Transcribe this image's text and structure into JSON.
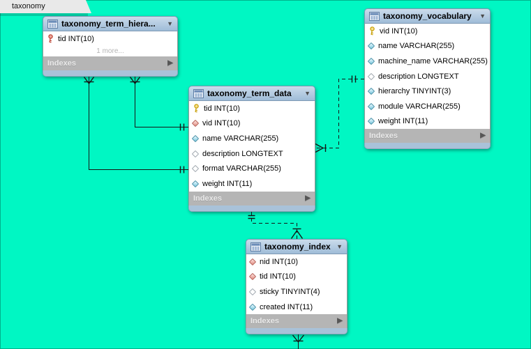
{
  "app": {
    "tab_label": "taxonomy"
  },
  "colors": {
    "canvas_bg": "#00f7c3",
    "table_header": "#aec6dd",
    "indexes_bar": "#b5b5b5",
    "table_footer": "#a9c2d9",
    "relationship_line": "#151515"
  },
  "tables": [
    {
      "title": "taxonomy_term_hiera...",
      "more_label": "1 more...",
      "indexes_label": "Indexes",
      "columns": [
        {
          "icon": "key-red",
          "text": "tid INT(10)"
        }
      ]
    },
    {
      "title": "taxonomy_vocabulary",
      "indexes_label": "Indexes",
      "columns": [
        {
          "icon": "key-yellow",
          "text": "vid INT(10)"
        },
        {
          "icon": "diamond-filled",
          "text": "name VARCHAR(255)"
        },
        {
          "icon": "diamond-filled",
          "text": "machine_name VARCHAR(255)"
        },
        {
          "icon": "diamond-open",
          "text": "description LONGTEXT"
        },
        {
          "icon": "diamond-filled",
          "text": "hierarchy TINYINT(3)"
        },
        {
          "icon": "diamond-filled",
          "text": "module VARCHAR(255)"
        },
        {
          "icon": "diamond-filled",
          "text": "weight INT(11)"
        }
      ]
    },
    {
      "title": "taxonomy_term_data",
      "indexes_label": "Indexes",
      "columns": [
        {
          "icon": "key-yellow",
          "text": "tid INT(10)"
        },
        {
          "icon": "diamond-red",
          "text": "vid INT(10)"
        },
        {
          "icon": "diamond-filled",
          "text": "name VARCHAR(255)"
        },
        {
          "icon": "diamond-open",
          "text": "description LONGTEXT"
        },
        {
          "icon": "diamond-open",
          "text": "format VARCHAR(255)"
        },
        {
          "icon": "diamond-filled",
          "text": "weight INT(11)"
        }
      ]
    },
    {
      "title": "taxonomy_index",
      "indexes_label": "Indexes",
      "columns": [
        {
          "icon": "diamond-red",
          "text": "nid INT(10)"
        },
        {
          "icon": "diamond-red",
          "text": "tid INT(10)"
        },
        {
          "icon": "diamond-open",
          "text": "sticky TINYINT(4)"
        },
        {
          "icon": "diamond-filled",
          "text": "created INT(11)"
        }
      ]
    }
  ],
  "relationships": [
    {
      "from": "taxonomy_term_hierarchy",
      "to": "taxonomy_term_data",
      "line": "solid",
      "cardinality": "many-to-one"
    },
    {
      "from": "taxonomy_term_hierarchy",
      "to": "taxonomy_term_data",
      "line": "solid",
      "cardinality": "many-to-one"
    },
    {
      "from": "taxonomy_term_data",
      "to": "taxonomy_vocabulary",
      "line": "dashed",
      "cardinality": "many-to-one"
    },
    {
      "from": "taxonomy_index",
      "to": "taxonomy_term_data",
      "line": "dashed",
      "cardinality": "many-to-one"
    },
    {
      "from": "taxonomy_index",
      "to": "offscreen-below",
      "line": "solid",
      "cardinality": "many"
    }
  ]
}
